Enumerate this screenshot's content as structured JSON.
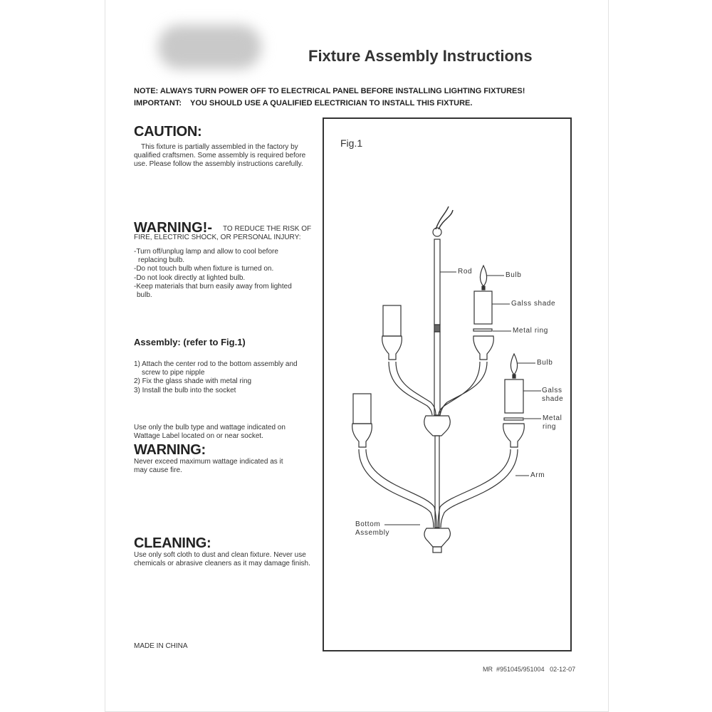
{
  "title": "Fixture Assembly Instructions",
  "note": "NOTE: ALWAYS TURN POWER OFF TO ELECTRICAL PANEL BEFORE INSTALLING LIGHTING FIXTURES!",
  "important": "IMPORTANT:    YOU SHOULD USE A QUALIFIED ELECTRICIAN TO INSTALL THIS FIXTURE.",
  "caution": {
    "heading": "CAUTION:",
    "text": "This fixture is partially assembled in the factory by qualified craftsmen. Some assembly is required before use. Please follow the assembly instructions carefully."
  },
  "warning1": {
    "heading": "WARNING!-",
    "subtitle": "TO REDUCE THE RISK OF FIRE, ELECTRIC SHOCK, OR PERSONAL INJURY:",
    "items": [
      "-Turn off/unplug lamp and allow to cool before replacing bulb.",
      "-Do not touch bulb when fixture is turned on.",
      "-Do not look directly at lighted bulb.",
      "-Keep materials that burn easily away from lighted bulb."
    ]
  },
  "assembly": {
    "heading": "Assembly: (refer to Fig.1)",
    "steps": [
      "1) Attach the center rod to the bottom assembly and screw to pipe nipple",
      "2) Fix the glass shade with metal ring",
      "3) Install the bulb into the socket"
    ]
  },
  "wattage_note": "Use only the bulb type and wattage indicated on Wattage Label located on or near socket.",
  "warning2": {
    "heading": "WARNING:",
    "text": "Never exceed maximum wattage indicated as it may cause fire."
  },
  "cleaning": {
    "heading": "CLEANING:",
    "text": "Use only soft cloth to dust and clean fixture.  Never use chemicals or abrasive cleaners as it may damage finish."
  },
  "made_in": "MADE IN CHINA",
  "footer": "MR  #951045/951004   02-12-07",
  "figure": {
    "label": "Fig.1",
    "parts": {
      "rod": "Rod",
      "bulb1": "Bulb",
      "shade1": "Galss shade",
      "ring1": "Metal ring",
      "bulb2": "Bulb",
      "shade2a": "Galss",
      "shade2b": "shade",
      "ring2a": "Metal",
      "ring2b": "ring",
      "arm": "Arm",
      "bottom_a": "Bottom",
      "bottom_b": "Assembly"
    }
  }
}
